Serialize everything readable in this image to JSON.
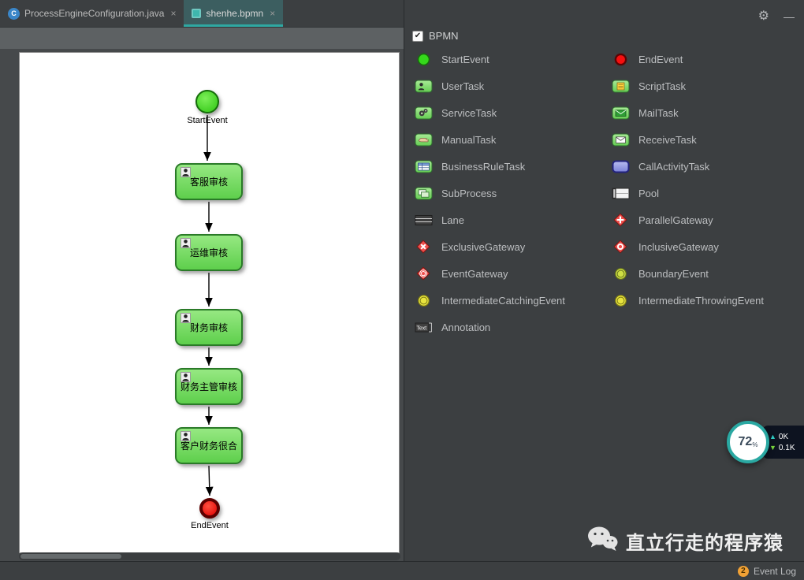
{
  "tabs": [
    {
      "label": "ProcessEngineConfiguration.java",
      "close": "×",
      "icon_letter": "C"
    },
    {
      "label": "shenhe.bpmn",
      "close": "×"
    }
  ],
  "panel": {
    "gear": "⚙",
    "minimize": "—"
  },
  "palette": {
    "title": "BPMN",
    "check": "✔",
    "columns": [
      [
        {
          "id": "startevent",
          "label": "StartEvent",
          "icon": "start-event-icon"
        },
        {
          "id": "usertask",
          "label": "UserTask",
          "icon": "user-task-icon"
        },
        {
          "id": "servicetask",
          "label": "ServiceTask",
          "icon": "service-task-icon"
        },
        {
          "id": "manualtask",
          "label": "ManualTask",
          "icon": "manual-task-icon"
        },
        {
          "id": "businessruletask",
          "label": "BusinessRuleTask",
          "icon": "business-rule-task-icon"
        },
        {
          "id": "subprocess",
          "label": "SubProcess",
          "icon": "subprocess-icon"
        },
        {
          "id": "lane",
          "label": "Lane",
          "icon": "lane-icon"
        },
        {
          "id": "exclusivegateway",
          "label": "ExclusiveGateway",
          "icon": "exclusive-gateway-icon"
        },
        {
          "id": "eventgateway",
          "label": "EventGateway",
          "icon": "event-gateway-icon"
        },
        {
          "id": "intermediatecatchingevent",
          "label": "IntermediateCatchingEvent",
          "icon": "intermediate-catching-event-icon"
        },
        {
          "id": "annotation",
          "label": "Annotation",
          "icon": "annotation-icon"
        }
      ],
      [
        {
          "id": "endevent",
          "label": "EndEvent",
          "icon": "end-event-icon"
        },
        {
          "id": "scripttask",
          "label": "ScriptTask",
          "icon": "script-task-icon"
        },
        {
          "id": "mailtask",
          "label": "MailTask",
          "icon": "mail-task-icon"
        },
        {
          "id": "receivetask",
          "label": "ReceiveTask",
          "icon": "receive-task-icon"
        },
        {
          "id": "callactivitytask",
          "label": "CallActivityTask",
          "icon": "call-activity-task-icon"
        },
        {
          "id": "pool",
          "label": "Pool",
          "icon": "pool-icon"
        },
        {
          "id": "parallelgateway",
          "label": "ParallelGateway",
          "icon": "parallel-gateway-icon"
        },
        {
          "id": "inclusivegateway",
          "label": "InclusiveGateway",
          "icon": "inclusive-gateway-icon"
        },
        {
          "id": "boundaryevent",
          "label": "BoundaryEvent",
          "icon": "boundary-event-icon"
        },
        {
          "id": "intermediatethrowingevent",
          "label": "IntermediateThrowingEvent",
          "icon": "intermediate-throwing-event-icon"
        }
      ]
    ]
  },
  "diagram": {
    "nodes": [
      {
        "id": "startevent",
        "type": "start",
        "label": "StartEvent"
      },
      {
        "id": "task-kefu-shenhe",
        "type": "task",
        "label": "客服审核"
      },
      {
        "id": "task-yunwei-shenhe",
        "type": "task",
        "label": "运维审核"
      },
      {
        "id": "task-caiwu-shenhe",
        "type": "task",
        "label": "财务审核"
      },
      {
        "id": "task-caiwu-zhuguan-shenhe",
        "type": "task",
        "label": "财务主管审核"
      },
      {
        "id": "task-kehu-caiwu",
        "type": "task",
        "label": "客户财务很合"
      },
      {
        "id": "endevent",
        "type": "end",
        "label": "EndEvent"
      }
    ]
  },
  "overlay": {
    "percent": "72",
    "percent_sign": "%",
    "up_arrow": "▲",
    "up_value": "0K",
    "down_arrow": "▼",
    "down_value": "0.1K"
  },
  "watermark": {
    "text": "直立行走的程序猿"
  },
  "statusbar": {
    "event_log": "Event Log",
    "badge": "2"
  },
  "colors": {
    "accent_teal": "#2fa8a2",
    "task_green": "#5ecf4c",
    "start_green": "#2ec412",
    "end_red": "#e00000",
    "gateway_red": "#ee4f4c",
    "badge_orange": "#f1a135"
  }
}
